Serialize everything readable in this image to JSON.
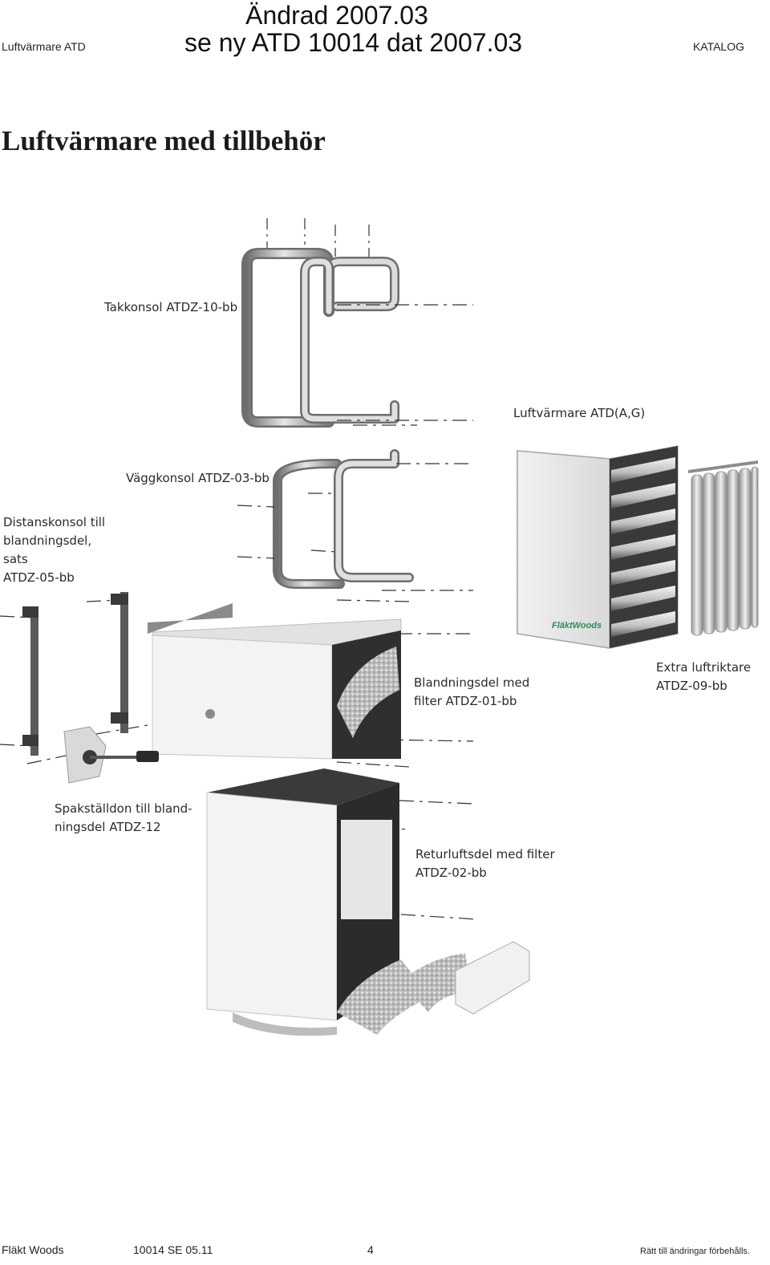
{
  "header": {
    "left": "Luftvärmare ATD",
    "right": "KATALOG",
    "stamp_line1": "Ändrad 2007.03",
    "stamp_line2": "se ny ATD 10014 dat 2007.03"
  },
  "title": "Luftvärmare med tillbehör",
  "labels": {
    "takkonsol": "Takkonsol ATDZ-10-bb",
    "luftvarmare": "Luftvärmare ATD(A,G)",
    "vaggkonsol": "Väggkonsol ATDZ-03-bb",
    "distans_1": "Distanskonsol till",
    "distans_2": "blandningsdel,",
    "distans_3": "sats",
    "distans_4": "ATDZ-05-bb",
    "blandning_1": "Blandningsdel med",
    "blandning_2": "filter ATDZ-01-bb",
    "extra_1": "Extra luftriktare",
    "extra_2": "ATDZ-09-bb",
    "spak_1": "Spakställdon till bland-",
    "spak_2": "ningsdel ATDZ-12",
    "retur_1": "Returluftsdel med filter",
    "retur_2": "ATDZ-02-bb",
    "logo_text": "FläktWoods"
  },
  "footer": {
    "company": "Fläkt Woods",
    "doc": "10014 SE 05.11",
    "page": "4",
    "rights": "Rätt till ändringar förbehålls."
  },
  "colors": {
    "text": "#231f20",
    "logo_green": "#2e8b57"
  }
}
